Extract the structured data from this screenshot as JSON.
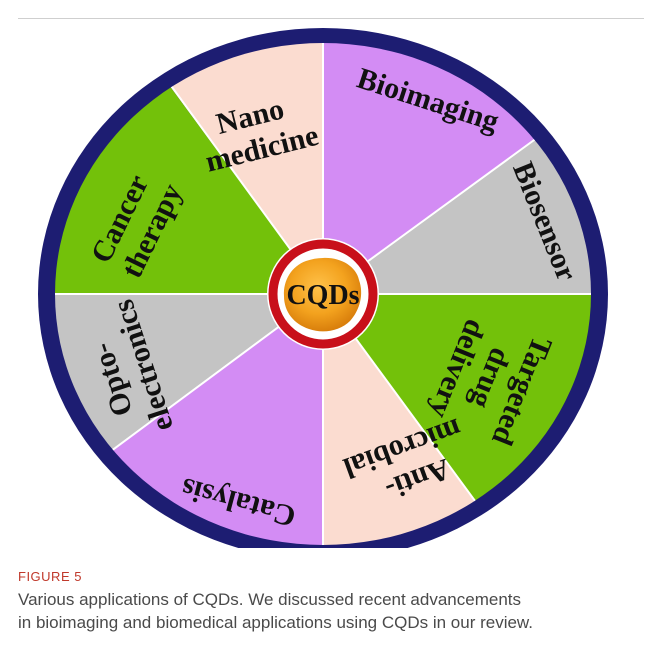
{
  "figure": {
    "center_label": "CQDs",
    "colors": {
      "outer_ring": "#1d1d72",
      "peach": "#fbdcd0",
      "violet": "#d38cf4",
      "gray": "#c4c4c4",
      "green": "#73c10a",
      "red_ring": "#c8101a",
      "core": "#f3a21e"
    },
    "segments": [
      {
        "id": "nano-medicine",
        "lines": [
          "Nano",
          "medicine"
        ],
        "color": "peach"
      },
      {
        "id": "bioimaging",
        "lines": [
          "Bioimaging"
        ],
        "color": "violet"
      },
      {
        "id": "biosensor",
        "lines": [
          "Biosensor"
        ],
        "color": "gray"
      },
      {
        "id": "targeted-drug-delivery",
        "lines": [
          "Targeted",
          "drug",
          "delivery"
        ],
        "color": "green"
      },
      {
        "id": "anti-microbial",
        "lines": [
          "Anti-",
          "microbial"
        ],
        "color": "peach"
      },
      {
        "id": "catalysis",
        "lines": [
          "Catalysis"
        ],
        "color": "violet"
      },
      {
        "id": "opto-electronics",
        "lines": [
          "Opto-",
          "electronics"
        ],
        "color": "gray"
      },
      {
        "id": "cancer-therapy",
        "lines": [
          "Cancer",
          "therapy"
        ],
        "color": "green"
      }
    ]
  },
  "caption": {
    "label": "FIGURE 5",
    "text": "Various applications of CQDs. We discussed recent advancements\nin bioimaging and biomedical applications using CQDs in our review."
  }
}
